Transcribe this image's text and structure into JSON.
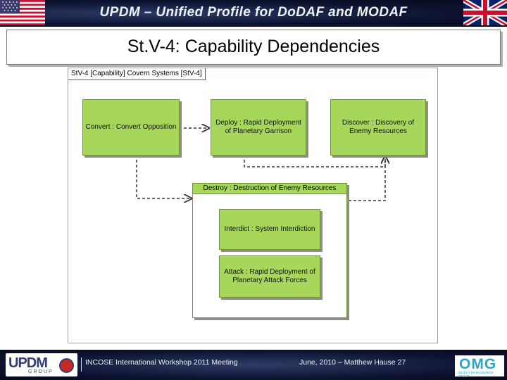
{
  "header": {
    "title": "UPDM – Unified Profile for DoDAF and MODAF",
    "left_flag_icon": "us-flag-icon",
    "right_flag_icon": "uk-flag-icon"
  },
  "slide": {
    "title": "St.V-4: Capability  Dependencies"
  },
  "diagram": {
    "frame_label": "StV-4 [Capability] Covern Systems [StV-4]",
    "blocks": {
      "convert": "Convert : Convert Opposition",
      "deploy_line1": "Deploy : Rapid Deployment",
      "deploy_line2": "of Planetary Garrison",
      "discover_line1": "Discover : Discovery of",
      "discover_line2": "Enemy Resources",
      "destroy": "Destroy : Destruction of Enemy Resources",
      "interdict": "Interdict : System Interdiction",
      "attack_line1": "Attack : Rapid Deployment of",
      "attack_line2": "Planetary Attack Forces"
    },
    "colors": {
      "block_fill": "#a6d75a",
      "block_border": "#6f9a2b",
      "arrow": "#333333"
    }
  },
  "footer": {
    "left_logo_text": "UPDM",
    "left_logo_sub": "GROUP",
    "event": "INCOSE International Workshop  2011 Meeting",
    "date_author_page": "June, 2010 – Matthew Hause  27",
    "right_logo_text": "OMG",
    "right_logo_sub": "OBJECT MANAGEMENT GROUP"
  }
}
